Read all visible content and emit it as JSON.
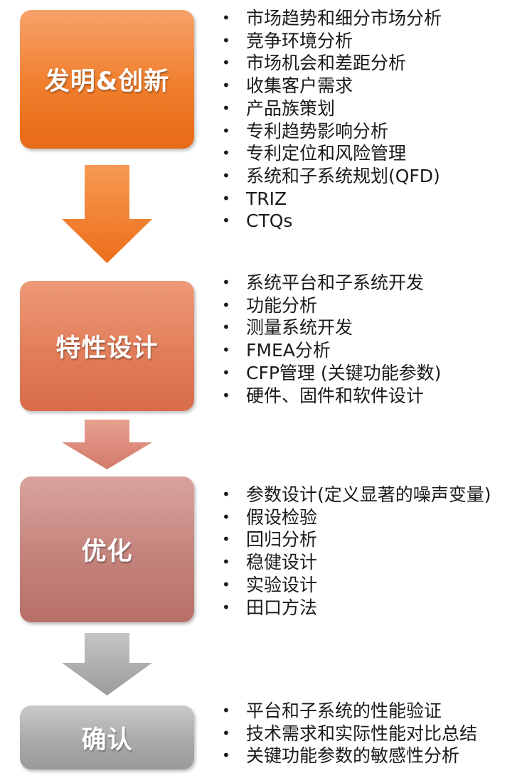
{
  "stages": [
    {
      "label": "发明&创新",
      "color": "#f07e2c",
      "items": [
        "市场趋势和细分市场分析",
        "竞争环境分析",
        "市场机会和差距分析",
        "收集客户需求",
        "产品族策划",
        "专利趋势影响分析",
        "专利定位和风险管理",
        "系统和子系统规划(QFD)",
        "TRIZ",
        "CTQs"
      ]
    },
    {
      "label": "特性设计",
      "color": "#e27d5a",
      "items": [
        "系统平台和子系统开发",
        "功能分析",
        "测量系统开发",
        "FMEA分析",
        "CFP管理 (关键功能参数)",
        "硬件、固件和软件设计"
      ]
    },
    {
      "label": "优化",
      "color": "#c4837c",
      "items": [
        "参数设计(定义显著的噪声变量)",
        "假设检验",
        "回归分析",
        "稳健设计",
        "实验设计",
        "田口方法"
      ]
    },
    {
      "label": "确认",
      "color": "#aaaaaa",
      "items": [
        "平台和子系统的性能验证",
        "技术需求和实际性能对比总结",
        "关键功能参数的敏感性分析"
      ]
    }
  ],
  "arrows": [
    {
      "from": "发明&创新",
      "to": "特性设计",
      "icon": "down-arrow-icon",
      "color": "#f07e2c"
    },
    {
      "from": "特性设计",
      "to": "优化",
      "icon": "down-arrow-icon",
      "color": "#d98a80"
    },
    {
      "from": "优化",
      "to": "确认",
      "icon": "down-arrow-icon",
      "color": "#b0b0b0"
    }
  ]
}
